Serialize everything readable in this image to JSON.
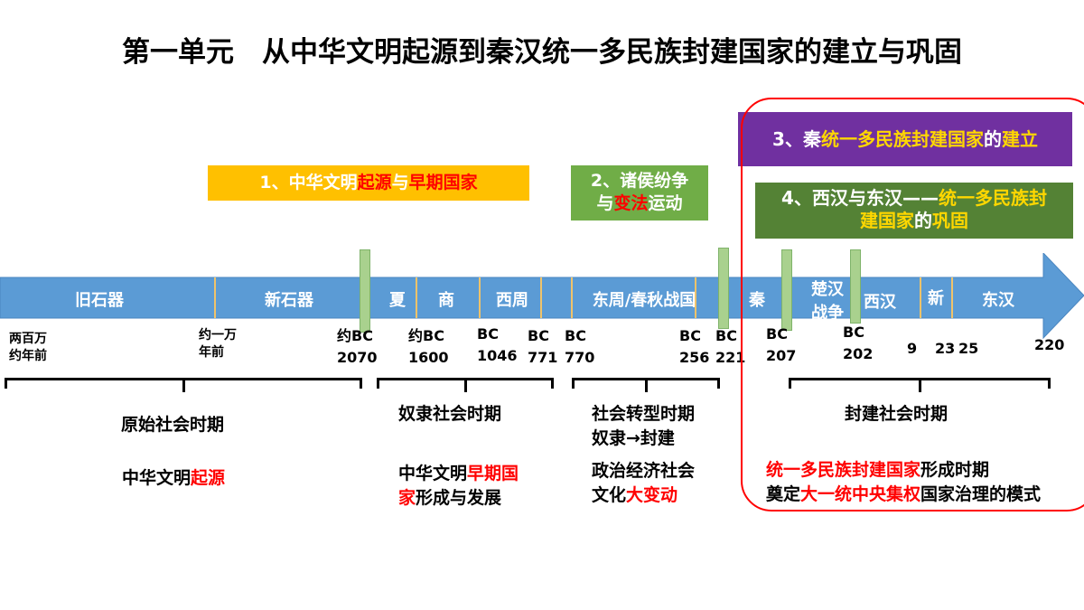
{
  "title": "第一单元　从中华文明起源到秦汉统一多民族封建国家的建立与巩固",
  "topics": {
    "t1": {
      "num": "1、中华文明",
      "a": "起源",
      "b": "与",
      "c": "早期国家"
    },
    "t2": {
      "line1": "2、诸侯纷争",
      "line2a": "与",
      "line2b": "变法",
      "line2c": "运动"
    },
    "t3": {
      "a": "3、秦",
      "b": "统一多民族封建国家",
      "c": "的",
      "d": "建立"
    },
    "t4": {
      "a": "4、西汉与东汉——",
      "b": "统一多民族封",
      "c": "建国家",
      "d": "的",
      "e": "巩固"
    }
  },
  "periods": [
    "旧石器",
    "新石器",
    "夏",
    "商",
    "西周",
    "东周/春秋战国",
    "秦",
    "楚汉",
    "战争",
    "西汉",
    "新",
    "东汉"
  ],
  "dates": {
    "d1a": "两百万",
    "d1b": "约年前",
    "d2a": "约一万",
    "d2b": "年前",
    "d3a": "约BC",
    "d3b": "2070",
    "d4a": "约BC",
    "d4b": "1600",
    "d5a": "BC",
    "d5b": "1046",
    "d6a": "BC",
    "d6b": "771",
    "d7a": "BC",
    "d7b": "770",
    "d8a": "BC",
    "d8b": "256",
    "d9a": "BC",
    "d9b": "221",
    "d10a": "BC",
    "d10b": "207",
    "d11a": "BC",
    "d11b": "202",
    "d12": "9",
    "d13": "23",
    "d14": "25",
    "d15": "220"
  },
  "eras": {
    "e1": "原始社会时期",
    "e1b_a": "中华文明",
    "e1b_b": "起源",
    "e2": "奴隶社会时期",
    "e2b_a": "中华文明",
    "e2b_b": "早期国",
    "e2b_c": "家",
    "e2b_d": "形成与发展",
    "e3a": "社会转型时期",
    "e3b": "奴隶→封建",
    "e3c": "政治经济社会",
    "e3d_a": "文化",
    "e3d_b": "大变动",
    "e4": "封建社会时期",
    "e4b_a": "统一多民族封建国家",
    "e4b_b": "形成时期",
    "e4c_a": "奠定",
    "e4c_b": "大一统中央集权",
    "e4c_c": "国家治理的模式"
  },
  "colors": {
    "arrow": "#5b9bd5",
    "topic1": "#ffc000",
    "topic2": "#70ad47",
    "topic3": "#7030a0",
    "topic4": "#548235",
    "highlight": "#ff0000",
    "separator": "#f0c36a",
    "marker": "#a9d18e"
  }
}
